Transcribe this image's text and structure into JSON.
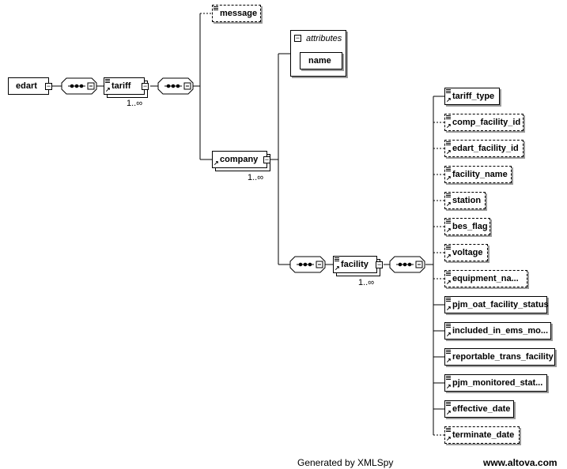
{
  "elements": {
    "root": "edart",
    "tariff": "tariff",
    "message": "message",
    "company": "company",
    "facility": "facility"
  },
  "cardinality": {
    "tariff": "1..∞",
    "company": "1..∞",
    "facility": "1..∞"
  },
  "attributes": {
    "title": "attributes",
    "items": [
      "name"
    ]
  },
  "facility_children": [
    {
      "name": "tariff_type",
      "optional": false
    },
    {
      "name": "comp_facility_id",
      "optional": true
    },
    {
      "name": "edart_facility_id",
      "optional": true
    },
    {
      "name": "facility_name",
      "optional": true
    },
    {
      "name": "station",
      "optional": true
    },
    {
      "name": "bes_flag",
      "optional": true
    },
    {
      "name": "voltage",
      "optional": true
    },
    {
      "name": "equipment_na...",
      "optional": true
    },
    {
      "name": "pjm_oat_facility_status",
      "optional": false
    },
    {
      "name": "included_in_ems_mo...",
      "optional": false
    },
    {
      "name": "reportable_trans_facility",
      "optional": false
    },
    {
      "name": "pjm_monitored_stat...",
      "optional": false
    },
    {
      "name": "effective_date",
      "optional": false
    },
    {
      "name": "terminate_date",
      "optional": true
    }
  ],
  "footer": {
    "generated_by": "Generated by XMLSpy",
    "website": "www.altova.com"
  }
}
